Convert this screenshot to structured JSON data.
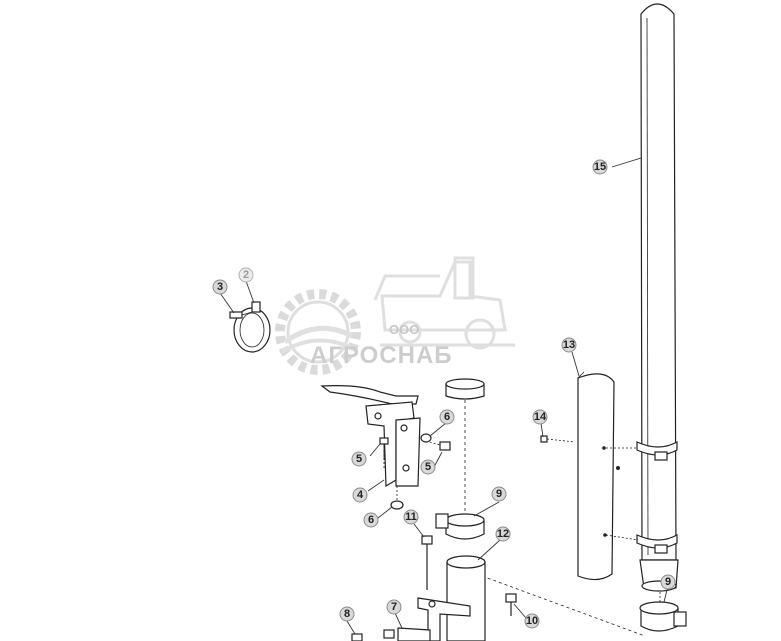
{
  "watermark": {
    "company_prefix": "ООО",
    "company_name": "АГРОСНАБ",
    "color": "#b8b8b8"
  },
  "callouts": [
    "2",
    "3",
    "4",
    "5",
    "5",
    "6",
    "6",
    "7",
    "8",
    "9",
    "9",
    "10",
    "11",
    "12",
    "13",
    "14",
    "15"
  ]
}
